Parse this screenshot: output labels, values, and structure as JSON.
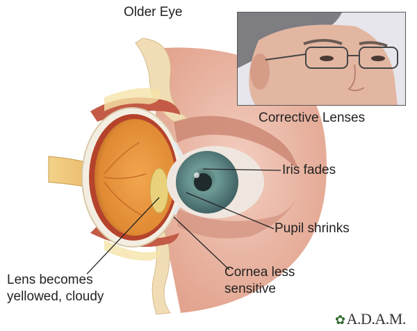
{
  "title": "Older Eye",
  "inset": {
    "caption": "Corrective Lenses"
  },
  "labels": {
    "iris": "Iris fades",
    "pupil": "Pupil shrinks",
    "cornea_line1": "Cornea less",
    "cornea_line2": "sensitive",
    "lens_line1": "Lens becomes",
    "lens_line2": "yellowed, cloudy"
  },
  "logo": {
    "text": "A.D.A.M."
  },
  "colors": {
    "skin": "#eab9a7",
    "iris": "#5a8a86",
    "lens": "#e8d17a",
    "bone": "#f1ddb5",
    "muscle": "#c35b46",
    "sclera": "#f4eee2"
  }
}
